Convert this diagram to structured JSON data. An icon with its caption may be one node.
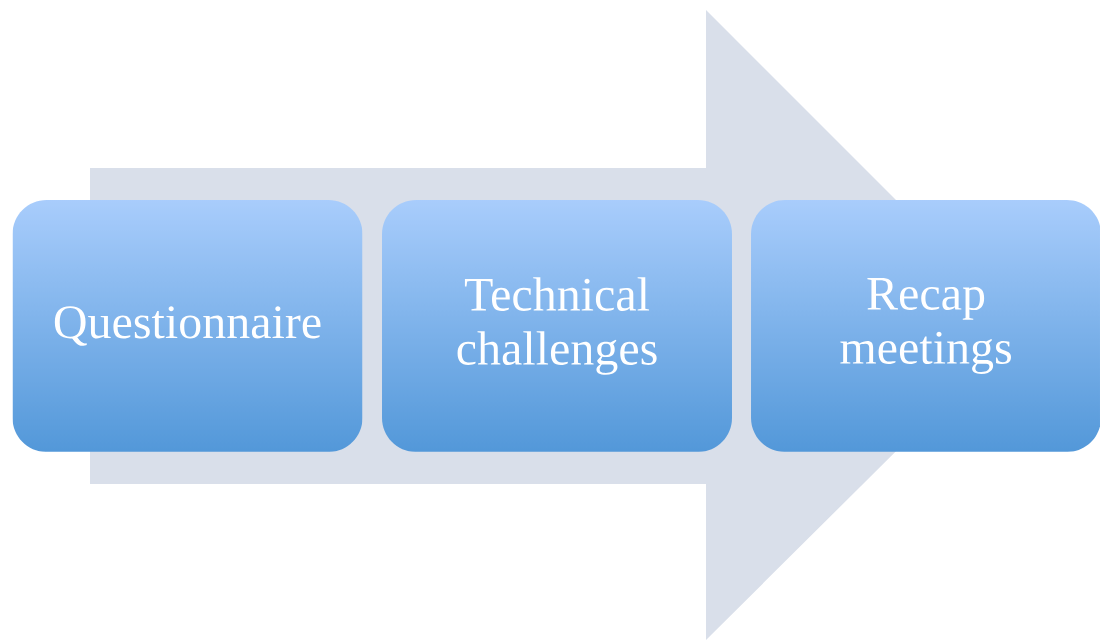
{
  "diagram": {
    "nodes": [
      {
        "text": [
          "Questionnaire"
        ]
      },
      {
        "text": [
          "Technical challenges"
        ]
      },
      {
        "text": [
          "Recap meetings"
        ]
      }
    ],
    "edges": [
      {
        "from": 0,
        "to": 2,
        "arrow": "to"
      }
    ]
  }
}
